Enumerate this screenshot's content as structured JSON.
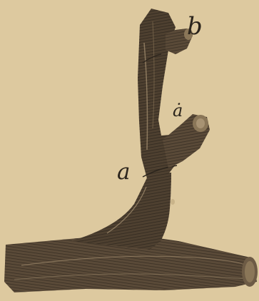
{
  "illustration": {
    "subject": "branch-stump-engraving",
    "palette": {
      "paper": "#ddc99f",
      "ink": "#2b241c",
      "mid_ink": "#5a4a38",
      "highlight": "#a89373"
    },
    "labels": {
      "b": "b",
      "a_dot": "ȧ",
      "a": "a"
    }
  }
}
